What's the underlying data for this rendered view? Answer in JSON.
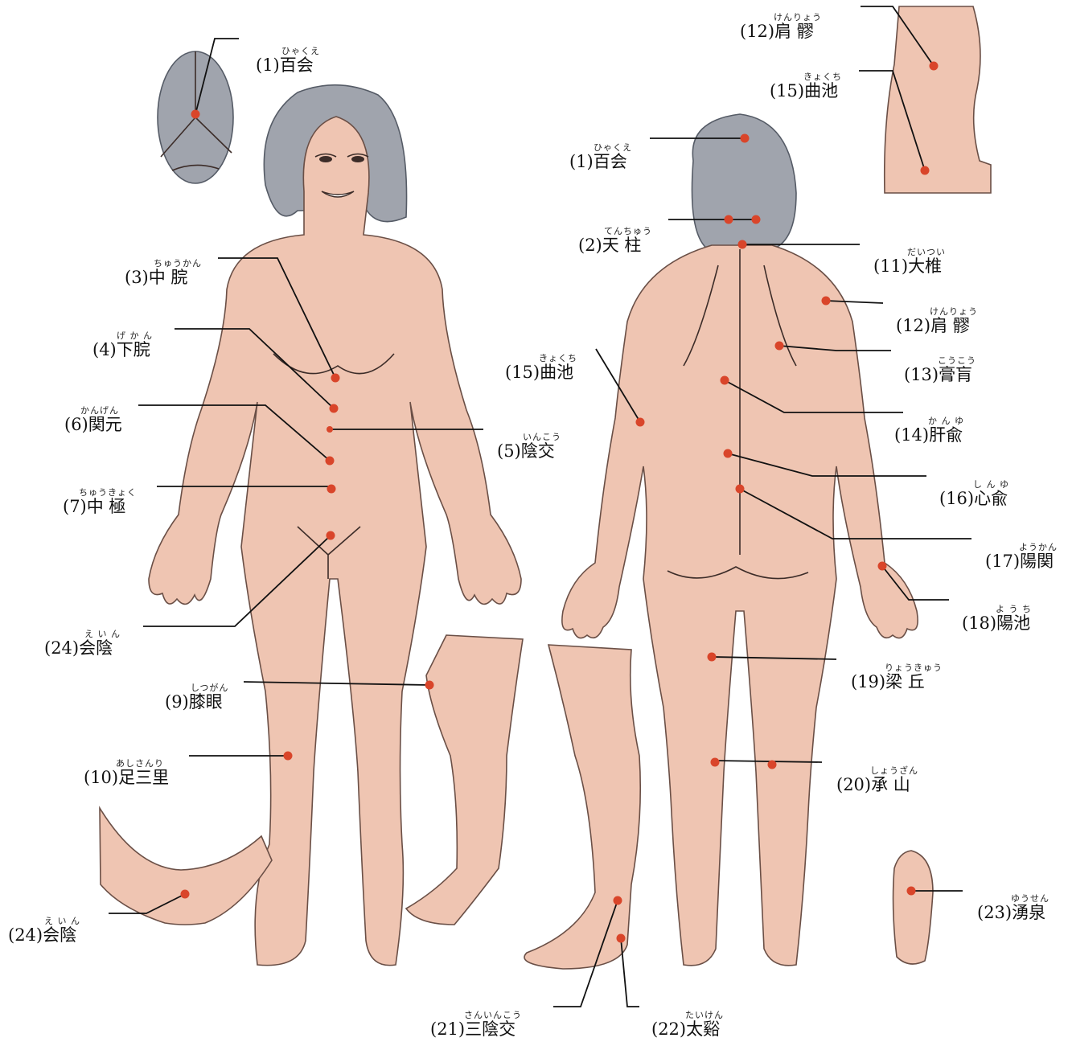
{
  "labels": {
    "l1a": {
      "num": "(1)",
      "name": "百会",
      "ruby": "ひゃくえ"
    },
    "l1b": {
      "num": "(1)",
      "name": "百会",
      "ruby": "ひゃくえ"
    },
    "l2": {
      "num": "(2)",
      "name": "天 柱",
      "ruby": "てんちゅう"
    },
    "l3": {
      "num": "(3)",
      "name": "中 脘",
      "ruby": "ちゅうかん"
    },
    "l4": {
      "num": "(4)",
      "name": "下脘",
      "ruby": "げ か ん"
    },
    "l5": {
      "num": "(5)",
      "name": "陰交",
      "ruby": "いんこう"
    },
    "l6": {
      "num": "(6)",
      "name": "関元",
      "ruby": "かんげん"
    },
    "l7": {
      "num": "(7)",
      "name": "中 極",
      "ruby": "ちゅうきょく"
    },
    "l9": {
      "num": "(9)",
      "name": "膝眼",
      "ruby": "しつがん"
    },
    "l10": {
      "num": "(10)",
      "name": "足三里",
      "ruby": "あしさんり"
    },
    "l11": {
      "num": "(11)",
      "name": "大椎",
      "ruby": "だいつい"
    },
    "l12a": {
      "num": "(12)",
      "name": "肩 髎",
      "ruby": "けんりょう"
    },
    "l12b": {
      "num": "(12)",
      "name": "肩 髎",
      "ruby": "けんりょう"
    },
    "l13": {
      "num": "(13)",
      "name": "膏肓",
      "ruby": "こうこう"
    },
    "l14": {
      "num": "(14)",
      "name": "肝兪",
      "ruby": "か ん ゆ"
    },
    "l15a": {
      "num": "(15)",
      "name": "曲池",
      "ruby": "きょくち"
    },
    "l15b": {
      "num": "(15)",
      "name": "曲池",
      "ruby": "きょくち"
    },
    "l16": {
      "num": "(16)",
      "name": "心兪",
      "ruby": "し ん ゆ"
    },
    "l17": {
      "num": "(17)",
      "name": "陽関",
      "ruby": "ようかん"
    },
    "l18": {
      "num": "(18)",
      "name": "陽池",
      "ruby": "よ う ち"
    },
    "l19": {
      "num": "(19)",
      "name": "梁 丘",
      "ruby": "りょうきゅう"
    },
    "l20": {
      "num": "(20)",
      "name": "承 山",
      "ruby": "しょうざん"
    },
    "l21": {
      "num": "(21)",
      "name": "三陰交",
      "ruby": "さんいんこう"
    },
    "l22": {
      "num": "(22)",
      "name": "太谿",
      "ruby": "たいけん"
    },
    "l23": {
      "num": "(23)",
      "name": "湧泉",
      "ruby": "ゆうせん"
    },
    "l24a": {
      "num": "(24)",
      "name": "会陰",
      "ruby": "え い ん"
    },
    "l24b": {
      "num": "(24)",
      "name": "会陰",
      "ruby": "え い ん"
    }
  },
  "colors": {
    "skin": "#efc5b2",
    "hair": "#a0a4ad",
    "point": "#d9452a"
  }
}
